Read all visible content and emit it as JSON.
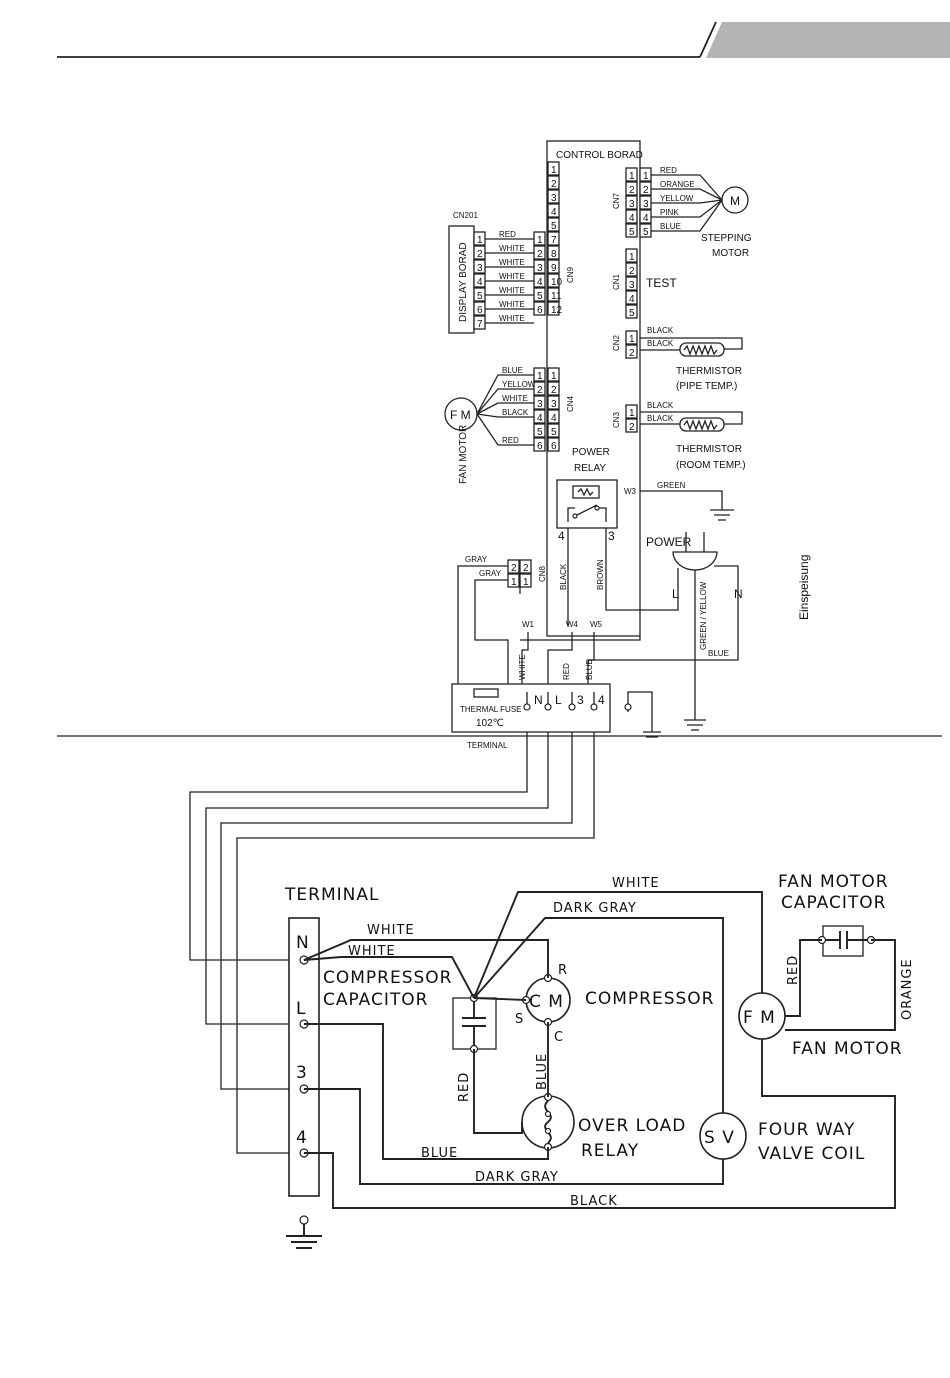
{
  "header": {
    "tab_color": "#b4b4b4"
  },
  "side_note": "Einspeisung",
  "control": {
    "board_title": "CONTROL BORAD",
    "display_title": "DISPLAY BORAD",
    "cn201": "CN201",
    "cn9": "CN9",
    "cn7": "CN7",
    "cn1": "CN1",
    "cn2": "CN2",
    "cn3": "CN3",
    "cn4": "CN4",
    "cn8": "CN8",
    "display_wires": [
      "RED",
      "WHITE",
      "WHITE",
      "WHITE",
      "WHITE",
      "WHITE",
      "WHITE"
    ],
    "stepping_wires": [
      "RED",
      "ORANGE",
      "YELLOW",
      "PINK",
      "BLUE"
    ],
    "fan_wires": [
      "BLUE",
      "YELLOW",
      "WHITE",
      "BLACK",
      "RED"
    ],
    "cn8_wires": [
      "GRAY",
      "GRAY"
    ],
    "stepping_motor": [
      "STEPPING",
      "MOTOR"
    ],
    "test": "TEST",
    "thermistor_pipe": [
      "THERMISTOR",
      "(PIPE TEMP.)"
    ],
    "thermistor_room": [
      "THERMISTOR",
      "(ROOM TEMP.)"
    ],
    "thermistor_wire": "BLACK",
    "fan_motor": "FAN MOTOR",
    "fm": "F M",
    "m": "M",
    "power_relay": [
      "POWER",
      "RELAY"
    ],
    "relay_pins": [
      "4",
      "3"
    ],
    "w3": "W3",
    "w1": "W1",
    "w4": "W4",
    "w5": "W5",
    "green": "GREEN",
    "black": "BLACK",
    "brown": "BROWN",
    "power": "POWER",
    "plug_l": "L",
    "plug_n": "N",
    "green_yellow": "GREEN / YELLOW",
    "blue": "BLUE",
    "white": "WHITE",
    "red": "RED",
    "thermal_fuse": "THERMAL FUSE",
    "fuse_temp": "102℃",
    "terminal_caption": "TERMINAL",
    "terminal_pins": [
      "N",
      "L",
      "3",
      "4"
    ]
  },
  "outdoor": {
    "terminal": "TERMINAL",
    "terminal_pins": [
      "N",
      "L",
      "3",
      "4"
    ],
    "white_top": "WHITE",
    "dark_gray_top": "DARK GRAY",
    "white_1": "WHITE",
    "white_2": "WHITE",
    "compressor_capacitor": [
      "COMPRESSOR",
      "CAPACITOR"
    ],
    "compressor": "COMPRESSOR",
    "cm": "C M",
    "r": "R",
    "s": "S",
    "c": "C",
    "red": "RED",
    "blue_v": "BLUE",
    "over_load": [
      "OVER LOAD",
      "RELAY"
    ],
    "sv": "S V",
    "four_way": [
      "FOUR WAY",
      "VALVE COIL"
    ],
    "fan_motor_capacitor": [
      "FAN MOTOR",
      "CAPACITOR"
    ],
    "fm": "F M",
    "fan_motor": "FAN MOTOR",
    "red_fan": "RED",
    "orange": "ORANGE",
    "blue": "BLUE",
    "dark_gray": "DARK GRAY",
    "black": "BLACK"
  }
}
